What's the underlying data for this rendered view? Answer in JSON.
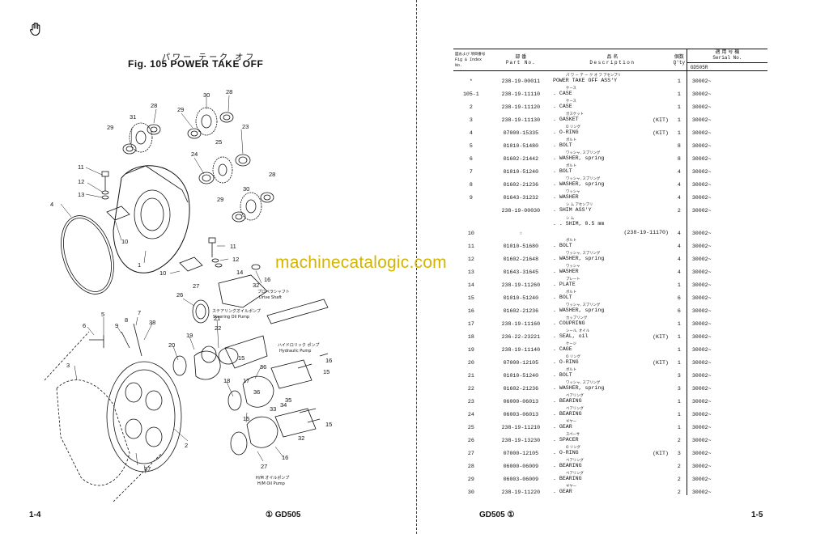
{
  "viewer": {
    "hand_tool": "hand-pan-icon"
  },
  "left_page": {
    "title_jp": "パワー テーク オフ",
    "title": "Fig. 105 POWER TAKE OFF",
    "page_number": "1-4",
    "model": "① GD505",
    "callouts": {
      "c28a": "28",
      "c30a": "30",
      "c28b": "28",
      "c29a": "29",
      "c31": "31",
      "c23": "23",
      "c24": "24",
      "c25": "25",
      "c29b": "29",
      "c11a": "11",
      "c12a": "12",
      "c13a": "13",
      "c28c": "28",
      "c30b": "30",
      "c29c": "29",
      "c4": "4",
      "c10a": "10",
      "c1": "1",
      "c11b": "11",
      "c12b": "12",
      "c14": "14",
      "c16": "16",
      "c10b": "10",
      "c32a": "32",
      "c26": "26",
      "c27": "27",
      "c5": "5",
      "c6": "6",
      "c9": "9",
      "c8": "8",
      "c7": "7",
      "c38": "38",
      "c21": "21",
      "c22": "22",
      "c19": "19",
      "c20": "20",
      "c15a": "15",
      "c36": "36",
      "c18": "18",
      "c17": "17",
      "c3": "3",
      "c35": "35",
      "c34": "34",
      "c33": "33",
      "c15b": "15",
      "c32b": "32",
      "c2": "2",
      "c37": "37",
      "c16b": "16"
    },
    "captions": {
      "drive_shaft_jp": "プロペラシャフト",
      "drive_shaft": "Drive Shaft",
      "steering_jp": "ステアリングオイルポンプ",
      "steering": "Steering Oil Pump",
      "hydraulic_jp": "ハイドロリック ポンプ",
      "hydraulic": "Hydraulic Pump",
      "hm_jp": "H/M オイルポンプ",
      "hm": "H/M Oil Pump"
    }
  },
  "right_page": {
    "page_number": "1-5",
    "model": "GD505 ①",
    "header": {
      "index_jp": "図および 項目番号",
      "index_en": "Fig & Index No.",
      "part_jp": "部 番",
      "part_en": "Part No.",
      "desc_jp": "品 名",
      "desc_en": "Description",
      "qty_jp": "個数",
      "qty_en": "Q'ty",
      "serial_jp": "適 用 号 機",
      "serial_en": "Serial No.",
      "model": "GD505R"
    },
    "rows": [
      {
        "idx": "*",
        "part": "238-19-00011",
        "jp": "パ ワ ー テ ー ク オ フ アセンブリ",
        "desc": "POWER TAKE OFF ASS'Y",
        "kit": "",
        "qty": "1",
        "serial": "30002~"
      },
      {
        "idx": "105-1",
        "part": "238-19-11110",
        "jp": "ケース",
        "desc": ". CASE",
        "kit": "",
        "qty": "1",
        "serial": "30002~"
      },
      {
        "idx": "2",
        "part": "238-19-11120",
        "jp": "ケース",
        "desc": ". CASE",
        "kit": "",
        "qty": "1",
        "serial": "30002~"
      },
      {
        "idx": "3",
        "part": "238-19-11130",
        "jp": "ガスケット",
        "desc": ". GASKET",
        "kit": "(KIT)",
        "qty": "1",
        "serial": "30002~"
      },
      {
        "idx": "4",
        "part": "07000-15335",
        "jp": "O リング",
        "desc": ". O-RING",
        "kit": "(KIT)",
        "qty": "1",
        "serial": "30002~"
      },
      {
        "idx": "5",
        "part": "01010-51480",
        "jp": "ボルト",
        "desc": ". BOLT",
        "kit": "",
        "qty": "8",
        "serial": "30002~"
      },
      {
        "idx": "6",
        "part": "01602-21442",
        "jp": "ワッシャ, スプリング",
        "desc": ". WASHER, spring",
        "kit": "",
        "qty": "8",
        "serial": "30002~"
      },
      {
        "idx": "7",
        "part": "01010-51240",
        "jp": "ボルト",
        "desc": ". BOLT",
        "kit": "",
        "qty": "4",
        "serial": "30002~"
      },
      {
        "idx": "8",
        "part": "01602-21236",
        "jp": "ワッシャ, スプリング",
        "desc": ". WASHER, spring",
        "kit": "",
        "qty": "4",
        "serial": "30002~"
      },
      {
        "idx": "9",
        "part": "01643-31232",
        "jp": "ワッシャ",
        "desc": ". WASHER",
        "kit": "",
        "qty": "4",
        "serial": "30002~"
      },
      {
        "idx": "",
        "part": "238-19-00030",
        "jp": "シ ム アセンブリ",
        "desc": ". SHIM ASS'Y",
        "kit": "",
        "qty": "2",
        "serial": "30002~"
      },
      {
        "idx": "10",
        "part": "☆",
        "jp": "シ ム",
        "desc": ". . SHIM, 0.5 mm",
        "kit": "",
        "qty": "4",
        "serial": "30002~",
        "sub": "(238-19-11170)"
      },
      {
        "idx": "11",
        "part": "01010-51680",
        "jp": "ボルト",
        "desc": ". BOLT",
        "kit": "",
        "qty": "4",
        "serial": "30002~"
      },
      {
        "idx": "12",
        "part": "01602-21648",
        "jp": "ワッシャ, スプリング",
        "desc": ". WASHER, spring",
        "kit": "",
        "qty": "4",
        "serial": "30002~"
      },
      {
        "idx": "13",
        "part": "01643-31645",
        "jp": "ワッシャ",
        "desc": ". WASHER",
        "kit": "",
        "qty": "4",
        "serial": "30002~"
      },
      {
        "idx": "14",
        "part": "238-19-11260",
        "jp": "プレート",
        "desc": ". PLATE",
        "kit": "",
        "qty": "1",
        "serial": "30002~"
      },
      {
        "idx": "15",
        "part": "01010-51240",
        "jp": "ボルト",
        "desc": ". BOLT",
        "kit": "",
        "qty": "6",
        "serial": "30002~"
      },
      {
        "idx": "16",
        "part": "01602-21236",
        "jp": "ワッシャ, スプリング",
        "desc": ". WASHER, spring",
        "kit": "",
        "qty": "6",
        "serial": "30002~"
      },
      {
        "idx": "17",
        "part": "238-19-11160",
        "jp": "カップリング",
        "desc": ". COUPRING",
        "kit": "",
        "qty": "1",
        "serial": "30002~"
      },
      {
        "idx": "18",
        "part": "236-22-23221",
        "jp": "シール, オイル",
        "desc": ". SEAL, oil",
        "kit": "(KIT)",
        "qty": "1",
        "serial": "30002~"
      },
      {
        "idx": "19",
        "part": "238-19-11140",
        "jp": "ケージ",
        "desc": ". CAGE",
        "kit": "",
        "qty": "1",
        "serial": "30002~"
      },
      {
        "idx": "20",
        "part": "07000-12105",
        "jp": "O リング",
        "desc": ". O-RING",
        "kit": "(KIT)",
        "qty": "1",
        "serial": "30002~"
      },
      {
        "idx": "21",
        "part": "01010-51240",
        "jp": "ボルト",
        "desc": ". BOLT",
        "kit": "",
        "qty": "3",
        "serial": "30002~"
      },
      {
        "idx": "22",
        "part": "01602-21236",
        "jp": "ワッシャ, スプリング",
        "desc": ". WASHER, spring",
        "kit": "",
        "qty": "3",
        "serial": "30002~"
      },
      {
        "idx": "23",
        "part": "06000-06013",
        "jp": "ベアリング",
        "desc": ". BEARING",
        "kit": "",
        "qty": "1",
        "serial": "30002~"
      },
      {
        "idx": "24",
        "part": "06003-06013",
        "jp": "ベアリング",
        "desc": ". BEARING",
        "kit": "",
        "qty": "1",
        "serial": "30002~"
      },
      {
        "idx": "25",
        "part": "238-19-11210",
        "jp": "ギヤー",
        "desc": ". GEAR",
        "kit": "",
        "qty": "1",
        "serial": "30002~"
      },
      {
        "idx": "26",
        "part": "238-19-13230",
        "jp": "スペーサ",
        "desc": ". SPACER",
        "kit": "",
        "qty": "2",
        "serial": "30002~"
      },
      {
        "idx": "27",
        "part": "07000-12105",
        "jp": "O リング",
        "desc": ". O-RING",
        "kit": "(KIT)",
        "qty": "3",
        "serial": "30002~"
      },
      {
        "idx": "28",
        "part": "06000-06009",
        "jp": "ベアリング",
        "desc": ". BEARING",
        "kit": "",
        "qty": "2",
        "serial": "30002~"
      },
      {
        "idx": "29",
        "part": "06003-06009",
        "jp": "ベアリング",
        "desc": ". BEARING",
        "kit": "",
        "qty": "2",
        "serial": "30002~"
      },
      {
        "idx": "30",
        "part": "238-19-11220",
        "jp": "ギヤー",
        "desc": ". GEAR",
        "kit": "",
        "qty": "2",
        "serial": "30002~"
      }
    ]
  },
  "watermark": "machinecatalogic.com"
}
